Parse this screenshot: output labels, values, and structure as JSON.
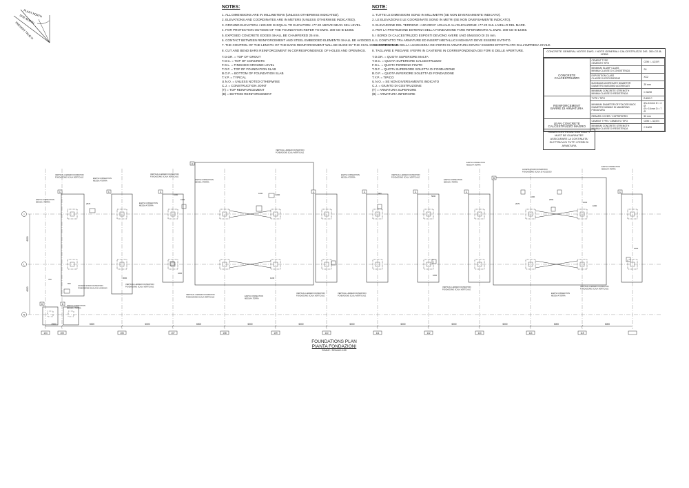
{
  "north": {
    "plant_north": "PLANT NORTH",
    "site_north": "SITE NORTH",
    "true_north": "PRESENT TRUE N"
  },
  "notes_en": {
    "heading": "NOTES:",
    "lines": [
      "1. ALL DIMENSIONS ARE IN MILLIMETERS (UNLESS OTHERWISE INDICATED).",
      "2. ELEVATIONS AND COORDINATES ARE IN METERS (UNLESS OTHERWISE INDICATED).",
      "3. GROUND ELEVATION +100.000 IS EQUAL TO ELEVATION +77.20 ABOVE MEAN SEA LEVEL.",
      "4. FOR PROTECTION OUTSIDE OF THE FOUNDATION REFER TO DWG. 300-CE-B-12356.",
      "5. EXPOSED CONCRETE EDGES SHALL BE CHAMFERED 25 mm.",
      "6. CONTACT BETWEEN REINFORCEMENT AND STEEL EMBEDDED ELEMENTS SHALL BE AVOIDED.",
      "7. THE CONTROL OF THE LENGTH OF THE BARS REINFORCEMENT WILL BE MADE BY THE CIVIL SUBCONTRACTOR.",
      "8. CUT AND BEND BARS REINFORCEMENT IN CORRESPONDENCE OF HOLES AND OPENINGS."
    ],
    "abbrev": [
      "T.O.GR. = TOP OF GROUT",
      "T.O.C. = TOP OF CONCRETE",
      "F.G.L. = FINISHED GROUND LEVEL",
      "T.O.F. = TOP OF FOUNDATION SLAB",
      "B.O.F. = BOTTOM OF FOUNDATION SLAB",
      "T.Y.P. = TYPICAL",
      "U.N.O. = UNLESS NOTED OTHERWISE",
      "C.J. = CONSTRUCTION JOINT",
      "(T) = TOP REINFORCEMENT",
      "(B) = BOTTOM REINFORCEMENT"
    ]
  },
  "notes_it": {
    "heading": "NOTE:",
    "lines": [
      "1. TUTTE LE DIMENSIONI SONO IN MILLIMETRI (SE NON DIVERSAMENTE INDICATO).",
      "2. LE ELEVAZIONI E LE COORDINATE SONO IN METRI (SE NON DIVERSAMENTE INDICATO).",
      "3. ELEVAZIONE DEL TERRENO +100.000 E' UGUALE ALL'ELEVAZIONE +77.20 SUL LIVELLO DEL MARE.",
      "4. PER LA PROTEZIONE ESTERNA DELLA FONDAZIONE FARE RIFERIMENTO AL DWG. 300-CE-B-12356.",
      "5. I BORDI DI CALCESTRUZZO ESPOSTI DEVONO AVERE UNO SMUSSO DI 25 mm.",
      "6. IL CONTATTO TRA ARMATURE ED INSERTI METALLICI INGHISATI DEVE ESSERE EVITATO.",
      "7. IL CONTROLLO DELLA LUNGHEZZA DEI FERRI DI ARMATURA DOVRA' ESSERE EFFETTUATO DALL'IMPRESA CIVILE.",
      "8. TAGLIARE E PIEGARE I FERRI IN CANTIERE IN CORRISPONDENZA DEI FORI E DELLE APERTURE."
    ],
    "abbrev": [
      "T.O.GR. = QUOTA SUPERIORE MALTA",
      "T.O.C. = QUOTA SUPERIORE CALCESTRUZZO",
      "F.G.L. = QUOTA TERRENO FINITO",
      "T.O.F. = QUOTA SUPERIORE SOLETTA DI FONDAZIONE",
      "B.O.F. = QUOTA INFERIORE SOLETTA DI FONDAZIONE",
      "T.Y.P. = TIPICO",
      "U.N.O. = SE NON DIVERSAMENTE INDICATO",
      "C.J. = GIUNTO DI COSTRUZIONE",
      "(T) = ARMATURA SUPERIORE",
      "(B) = ARMATURA INFERIORE"
    ]
  },
  "spec": {
    "title": "CONCRETE GENERAL NOTES DWG. / NOTE GENERALI CALCESTRUZZO DIS. 300-CE-B-12356",
    "concrete": {
      "group": "CONCRETE\nCALCESTRUZZO",
      "rows": [
        {
          "k": "CEMENT TYPE\nCEMENTO TIPO",
          "v": "CEM I - 42,5 R"
        },
        {
          "k": "MINIMUM SLUMP CLASS\nMINIMA CLASSE DI CONSISTENZA",
          "v": "S4"
        },
        {
          "k": "EXPOSITION CLASS\nCLASSE DI ESPOSIZIONE",
          "v": "XC2"
        },
        {
          "k": "MAXIMUM AGGREGATE DIAMETER\nDIAMETRO MASSIMO AGGREGATI",
          "v": "25 mm"
        },
        {
          "k": "MINIMUM CONCRETE STRENGTH\nMINIMA CLASSE DI RESISTENZA",
          "v": "C 32/40"
        }
      ]
    },
    "reinforcement": {
      "group": "REINFORCEMENT\nBARRE DI ARMATURA",
      "rows": [
        {
          "k": "TYPE / TIPO",
          "v": "B 450 C"
        },
        {
          "k": "MINIMUM DIAMETER OF FOLDER BACK\nDIAMETRO MINIMO DI MANDRINO PIEGATURA",
          "v": "Ø ≤ 16 mm    D = 4 Ø\nØ > 16 mm    D = 7 Ø"
        },
        {
          "k": "REBARS COVER / COPRIFERRO",
          "v": "50 mm"
        }
      ]
    },
    "lean": {
      "group": "LEAN CONCRETE\nCALCESTRUZZO MAGRO",
      "rows": [
        {
          "k": "CEMENT TYPE / CEMENTO TIPO",
          "v": "CEM I - 32,5 N"
        },
        {
          "k": "MINIMUM CONCRETE STRENGTH\nMINIMA CLASSE DI RESISTENZA",
          "v": "C 16/20"
        }
      ]
    }
  },
  "rebar_note": "REBAR ELECTRICAL CONTINUITY MUST BE GUARANTEE\nASSICURARE LA CONTINUITA' ELETTRICA DI TUTTI I FERRI DI ARMATURA",
  "plan": {
    "title": "FOUNDATIONS PLAN",
    "title_it": "PIANTA FONDAZIONI",
    "scale": "SCALE / SCALA 1:100",
    "grid_rows": [
      "I",
      "L",
      "N"
    ],
    "grid_cols": [
      "104",
      "105",
      "106",
      "107",
      "108",
      "109",
      "110",
      "111",
      "112",
      "113",
      "114",
      "115"
    ],
    "row_dims": [
      "6000",
      "6000"
    ],
    "col_dims": [
      "2500",
      "6000",
      "6000",
      "6000",
      "6000",
      "6000",
      "6000",
      "6000",
      "6000",
      "6000",
      "6000",
      "6000"
    ],
    "box_tags": [
      "C",
      "C",
      "C",
      "A",
      "C",
      "C",
      "C",
      "C",
      "B",
      "C",
      "D",
      "D"
    ],
    "small_dims": [
      "2570",
      "1920",
      "1000",
      "960",
      "1000",
      "1400",
      "650",
      "2070",
      "2060",
      "1000",
      "1000",
      "1000",
      "1000",
      "1000",
      "1000",
      "1000",
      "750",
      "5000",
      "3000"
    ],
    "labels": {
      "earth": "EARTH CONNECTION\nMESSA A TERRA",
      "ladder": "VERTICAL LADDER FOUNDATION\nFONDAZIONE SCALA VERTICALE",
      "stair": "ACCESS STAIR FOUNDATION\nFONDAZIONE SCALA DI ACCESSO"
    }
  }
}
